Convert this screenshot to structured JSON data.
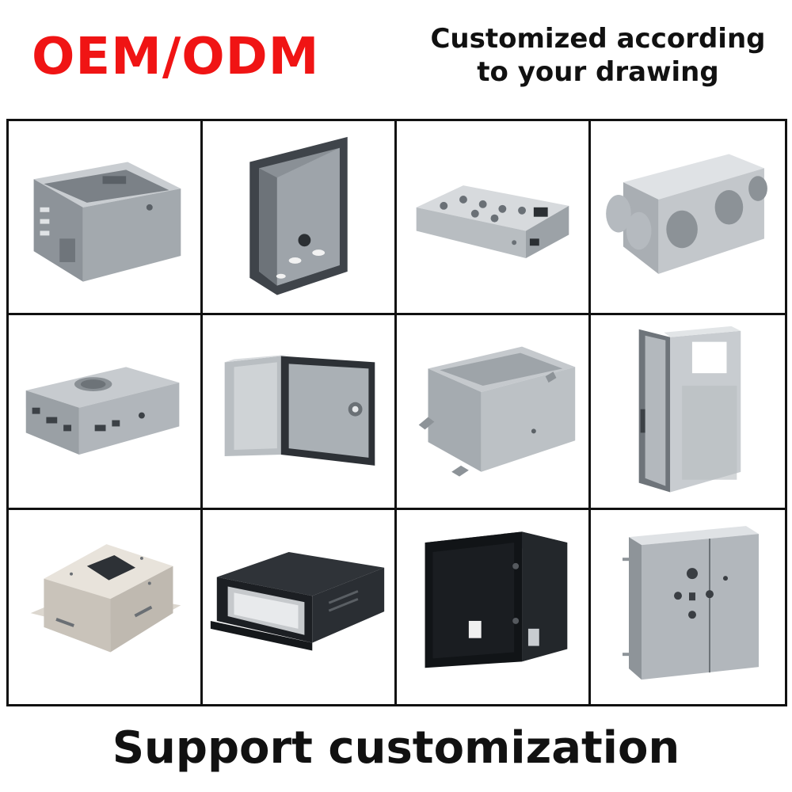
{
  "header": {
    "brand": "OEM/ODM",
    "tagline_line1": "Customized according",
    "tagline_line2": "to your drawing"
  },
  "grid": {
    "rows": 3,
    "columns": 4,
    "products": [
      "sheet-metal-chassis-image",
      "recessed-wall-box-image",
      "perforated-control-box-image",
      "ventilation-duct-box-image",
      "vented-computer-case-image",
      "stainless-wall-cabinet-image",
      "flanged-open-tray-image",
      "tall-electrical-cabinet-image",
      "flanged-base-enclosure-image",
      "rack-mount-chassis-image",
      "black-equipment-enclosure-image",
      "double-door-cabinet-image"
    ]
  },
  "footer": {
    "slogan": "Support customization"
  },
  "colors": {
    "brand": "#f01414",
    "text": "#111111",
    "background": "#ffffff",
    "grid_border": "#111111"
  }
}
